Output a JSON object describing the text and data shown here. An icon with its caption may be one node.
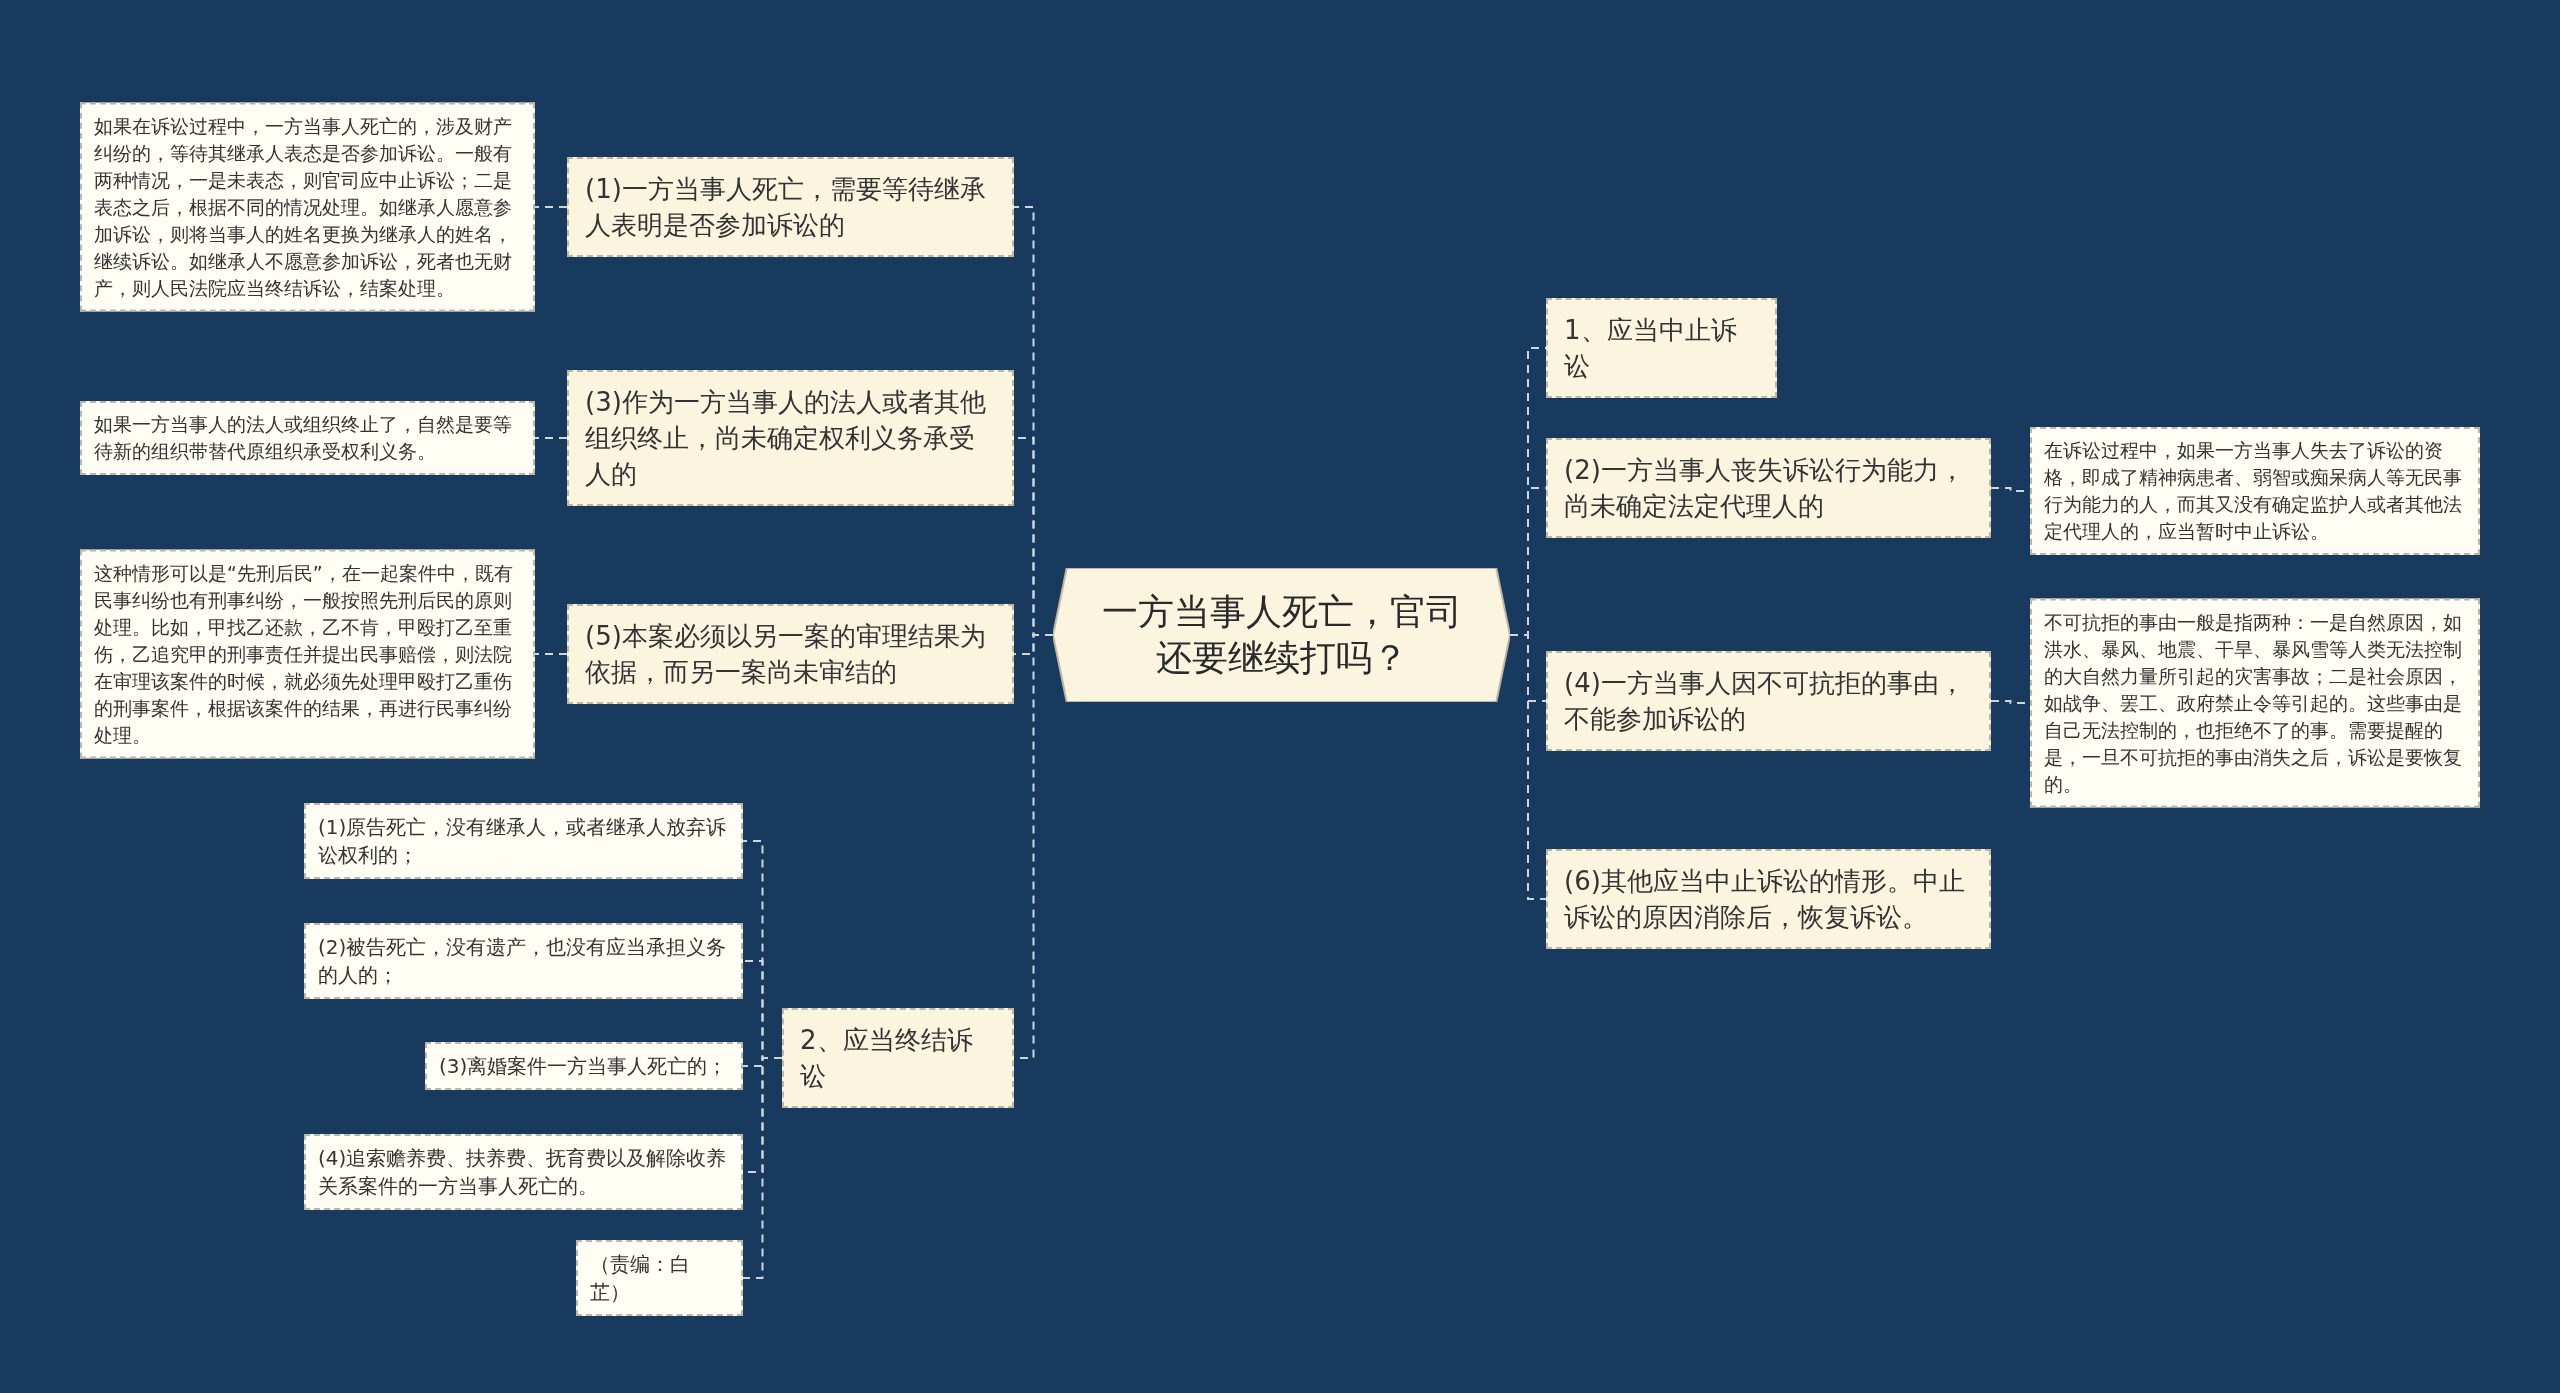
{
  "diagram": {
    "nodes": [
      {
        "text": [
          "一方当事人死亡，官司还要继续打吗？"
        ]
      },
      {
        "text": [
          "(1)一方当事人死亡，需要等待继承人表明是否参加诉讼的"
        ]
      },
      {
        "text": [
          "如果在诉讼过程中，一方当事人死亡的，涉及财产纠纷的，等待其继承人表态是否参加诉讼。一般有两种情况，一是未表态，则官司应中止诉讼；二是表态之后，根据不同的情况处理。如继承人愿意参加诉讼，则将当事人的姓名更换为继承人的姓名，继续诉讼。如继承人不愿意参加诉讼，死者也无财产，则人民法院应当终结诉讼，结案处理。"
        ]
      },
      {
        "text": [
          "(3)作为一方当事人的法人或者其他组织终止，尚未确定权利义务承受人的"
        ]
      },
      {
        "text": [
          "如果一方当事人的法人或组织终止了，自然是要等待新的组织带替代原组织承受权利义务。"
        ]
      },
      {
        "text": [
          "(5)本案必须以另一案的审理结果为依据，而另一案尚未审结的"
        ]
      },
      {
        "text": [
          "这种情形可以是“先刑后民”，在一起案件中，既有民事纠纷也有刑事纠纷，一般按照先刑后民的原则处理。比如，甲找乙还款，乙不肯，甲殴打乙至重伤，乙追究甲的刑事责任并提出民事赔偿，则法院在审理该案件的时候，就必须先处理甲殴打乙重伤的刑事案件，根据该案件的结果，再进行民事纠纷处理。"
        ]
      },
      {
        "text": [
          "2、应当终结诉讼"
        ]
      },
      {
        "text": [
          "(1)原告死亡，没有继承人，或者继承人放弃诉讼权利的；"
        ]
      },
      {
        "text": [
          "(2)被告死亡，没有遗产，也没有应当承担义务的人的；"
        ]
      },
      {
        "text": [
          "(3)离婚案件一方当事人死亡的；"
        ]
      },
      {
        "text": [
          "(4)追索赡养费、扶养费、抚育费以及解除收养关系案件的一方当事人死亡的。"
        ]
      },
      {
        "text": [
          "（责编：白芷）"
        ]
      },
      {
        "text": [
          "1、应当中止诉讼"
        ]
      },
      {
        "text": [
          "(2)一方当事人丧失诉讼行为能力，尚未确定法定代理人的"
        ]
      },
      {
        "text": [
          "在诉讼过程中，如果一方当事人失去了诉讼的资格，即成了精神病患者、弱智或痴呆病人等无民事行为能力的人，而其又没有确定监护人或者其他法定代理人的，应当暂时中止诉讼。"
        ]
      },
      {
        "text": [
          "(4)一方当事人因不可抗拒的事由，不能参加诉讼的"
        ]
      },
      {
        "text": [
          "不可抗拒的事由一般是指两种：一是自然原因，如洪水、暴风、地震、干旱、暴风雪等人类无法控制的大自然力量所引起的灾害事故；二是社会原因，如战争、罢工、政府禁止令等引起的。这些事由是自己无法控制的，也拒绝不了的事。需要提醒的是，一旦不可抗拒的事由消失之后，诉讼是要恢复的。"
        ]
      },
      {
        "text": [
          "(6)其他应当中止诉讼的情形。中止诉讼的原因消除后，恢复诉讼。"
        ]
      }
    ],
    "edges": [
      {
        "from": 0,
        "to": 1,
        "arrow": "none"
      },
      {
        "from": 1,
        "to": 2,
        "arrow": "none"
      },
      {
        "from": 0,
        "to": 3,
        "arrow": "none"
      },
      {
        "from": 3,
        "to": 4,
        "arrow": "none"
      },
      {
        "from": 0,
        "to": 5,
        "arrow": "none"
      },
      {
        "from": 5,
        "to": 6,
        "arrow": "none"
      },
      {
        "from": 0,
        "to": 7,
        "arrow": "none"
      },
      {
        "from": 7,
        "to": 8,
        "arrow": "none"
      },
      {
        "from": 7,
        "to": 9,
        "arrow": "none"
      },
      {
        "from": 7,
        "to": 10,
        "arrow": "none"
      },
      {
        "from": 7,
        "to": 11,
        "arrow": "none"
      },
      {
        "from": 7,
        "to": 12,
        "arrow": "none"
      },
      {
        "from": 0,
        "to": 13,
        "arrow": "none"
      },
      {
        "from": 0,
        "to": 14,
        "arrow": "none"
      },
      {
        "from": 14,
        "to": 15,
        "arrow": "none"
      },
      {
        "from": 0,
        "to": 16,
        "arrow": "none"
      },
      {
        "from": 16,
        "to": 17,
        "arrow": "none"
      },
      {
        "from": 0,
        "to": 18,
        "arrow": "none"
      }
    ]
  }
}
